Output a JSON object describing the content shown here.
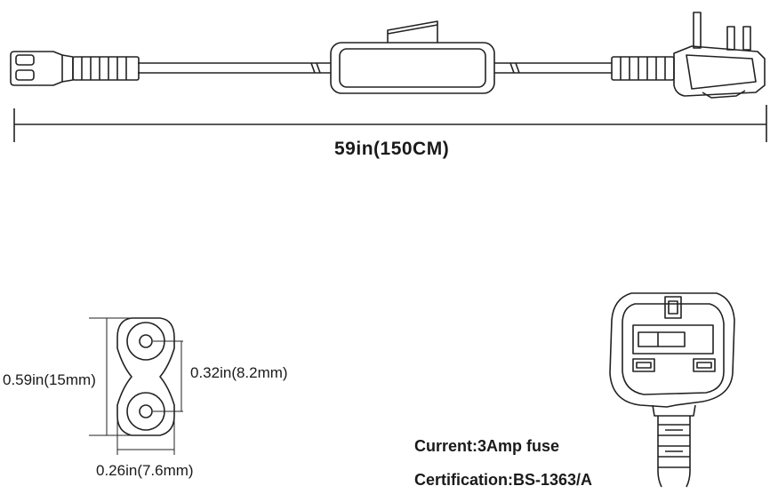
{
  "cable": {
    "length_label": "59in(150CM)"
  },
  "c7_connector": {
    "height_label": "0.59in(15mm)",
    "pin_spacing_label": "0.32in(8.2mm)",
    "width_label": "0.26in(7.6mm)"
  },
  "plug_specs": {
    "current": "Current:3Amp fuse",
    "certification": "Certification:BS-1363/A"
  }
}
